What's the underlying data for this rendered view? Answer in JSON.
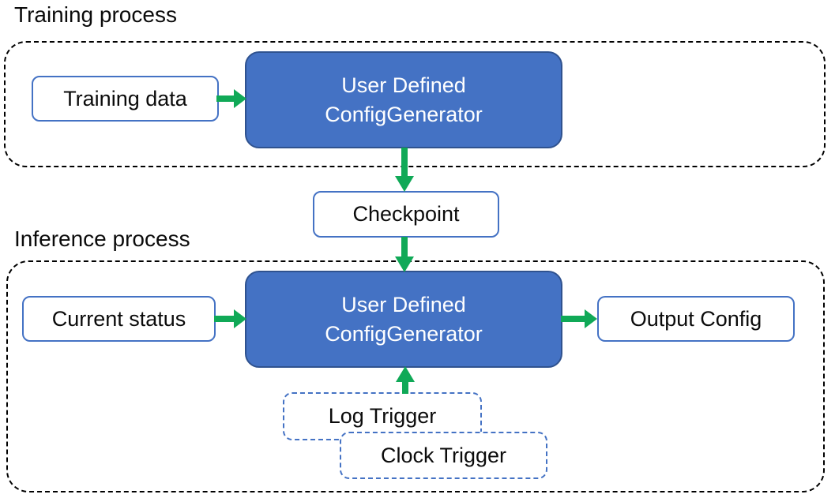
{
  "colors": {
    "accent_blue": "#4472C4",
    "dark_blue": "#2F528F",
    "green": "#10A957",
    "dash_black": "#000000",
    "text_black": "#0b0b0b"
  },
  "sections": {
    "training": {
      "title": "Training process"
    },
    "inference": {
      "title": "Inference process"
    }
  },
  "nodes": {
    "training_data": {
      "label": "Training data"
    },
    "generator_training": {
      "line1": "User Defined",
      "line2": "ConfigGenerator"
    },
    "checkpoint": {
      "label": "Checkpoint"
    },
    "current_status": {
      "label": "Current status"
    },
    "generator_inference": {
      "line1": "User Defined",
      "line2": "ConfigGenerator"
    },
    "output_config": {
      "label": "Output Config"
    },
    "log_trigger": {
      "label": "Log Trigger"
    },
    "clock_trigger": {
      "label": "Clock Trigger"
    }
  }
}
